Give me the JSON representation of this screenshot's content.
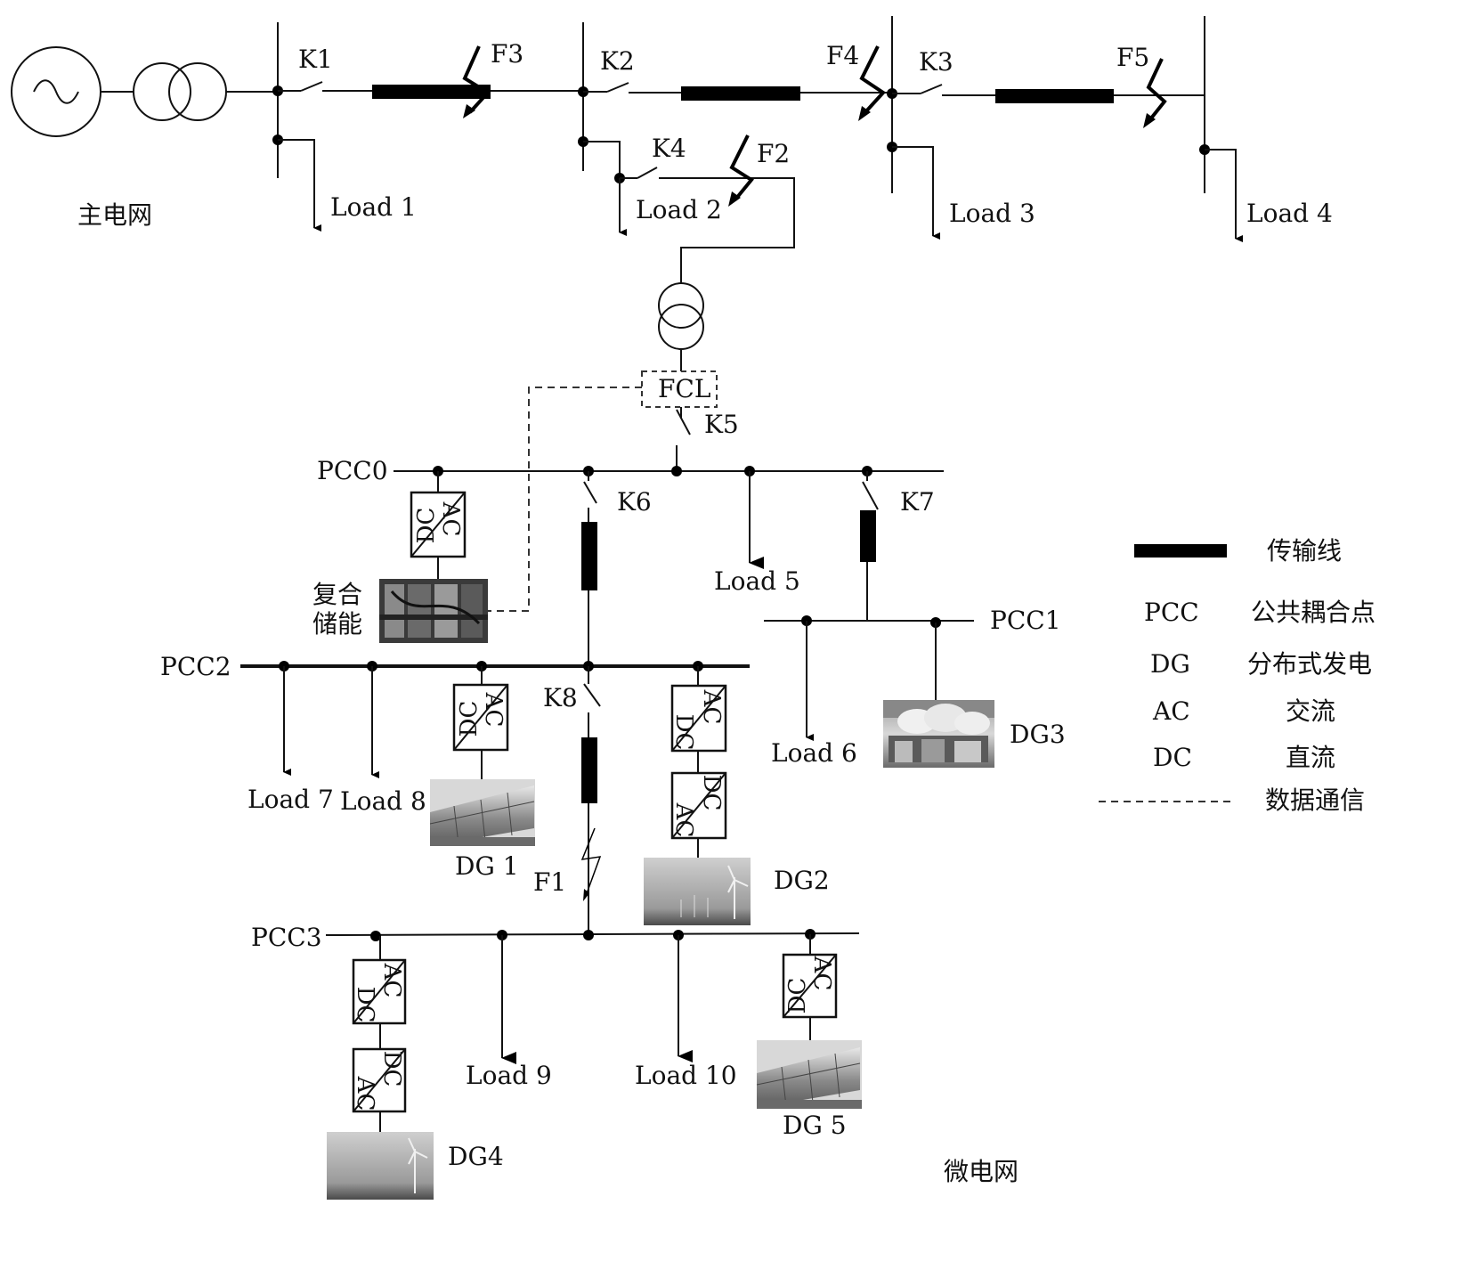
{
  "labels": {
    "main_grid": "主电网",
    "microgrid": "微电网",
    "fcl": "FCL",
    "composite_storage_line1": "复合",
    "composite_storage_line2": "储能"
  },
  "switches": [
    "K1",
    "K2",
    "K3",
    "K4",
    "K5",
    "K6",
    "K7",
    "K8"
  ],
  "faults": [
    "F1",
    "F2",
    "F3",
    "F4",
    "F5"
  ],
  "buses": [
    "PCC0",
    "PCC1",
    "PCC2",
    "PCC3"
  ],
  "loads": [
    "Load 1",
    "Load 2",
    "Load 3",
    "Load 4",
    "Load 5",
    "Load 6",
    "Load 7",
    "Load 8",
    "Load 9",
    "Load 10"
  ],
  "generators": [
    "DG 1",
    "DG2",
    "DG3",
    "DG4",
    "DG 5"
  ],
  "converter": {
    "dc": "DC",
    "ac": "AC"
  },
  "legend": [
    {
      "symbol": "",
      "meaning": "传输线"
    },
    {
      "symbol": "PCC",
      "meaning": "公共耦合点"
    },
    {
      "symbol": "DG",
      "meaning": "分布式发电"
    },
    {
      "symbol": "AC",
      "meaning": "交流"
    },
    {
      "symbol": "DC",
      "meaning": "直流"
    },
    {
      "symbol": "",
      "meaning": "数据通信"
    }
  ]
}
